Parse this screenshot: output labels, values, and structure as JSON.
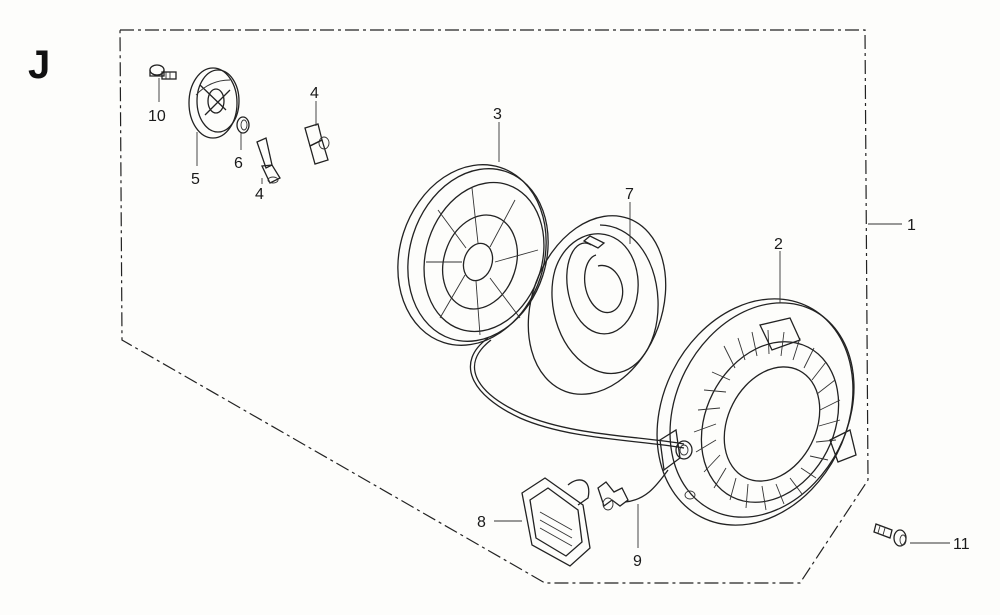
{
  "section_letter": "J",
  "callouts": {
    "c1": "1",
    "c2": "2",
    "c3": "3",
    "c4a": "4",
    "c4b": "4",
    "c5": "5",
    "c6": "6",
    "c7": "7",
    "c8": "8",
    "c9": "9",
    "c10": "10",
    "c11": "11"
  }
}
